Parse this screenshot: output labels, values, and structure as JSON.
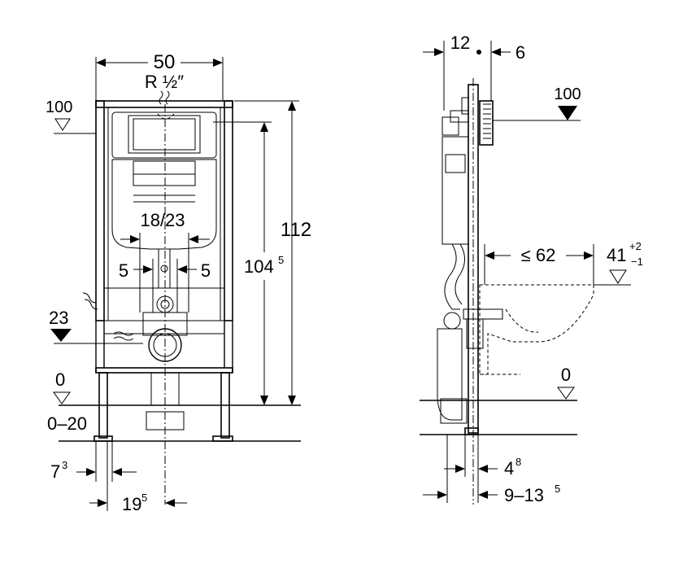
{
  "front_view": {
    "width_50": "50",
    "thread": "R ½″",
    "level_100": "100",
    "height_112": "112",
    "height_1045": "104",
    "height_1045_sup": "5",
    "spacing_18_23": "18/23",
    "offset_5_left": "5",
    "offset_5_right": "5",
    "level_23": "23",
    "level_0": "0",
    "adjust_0_20": "0–20",
    "foot_73": "7",
    "foot_73_sup": "3",
    "foot_195": "19",
    "foot_195_sup": "5"
  },
  "side_view": {
    "depth_12": "12",
    "depth_6": "6",
    "level_100": "100",
    "reach_62": "≤ 62",
    "level_41": "41",
    "level_41_sup_plus": "+2",
    "level_41_sup_minus": "−1",
    "level_0": "0",
    "dim_48": "4",
    "dim_48_sup": "8",
    "dim_9_135": "9–13",
    "dim_9_135_sup": "5"
  },
  "colors": {
    "line": "#000000",
    "fill": "#e8e8e8"
  }
}
